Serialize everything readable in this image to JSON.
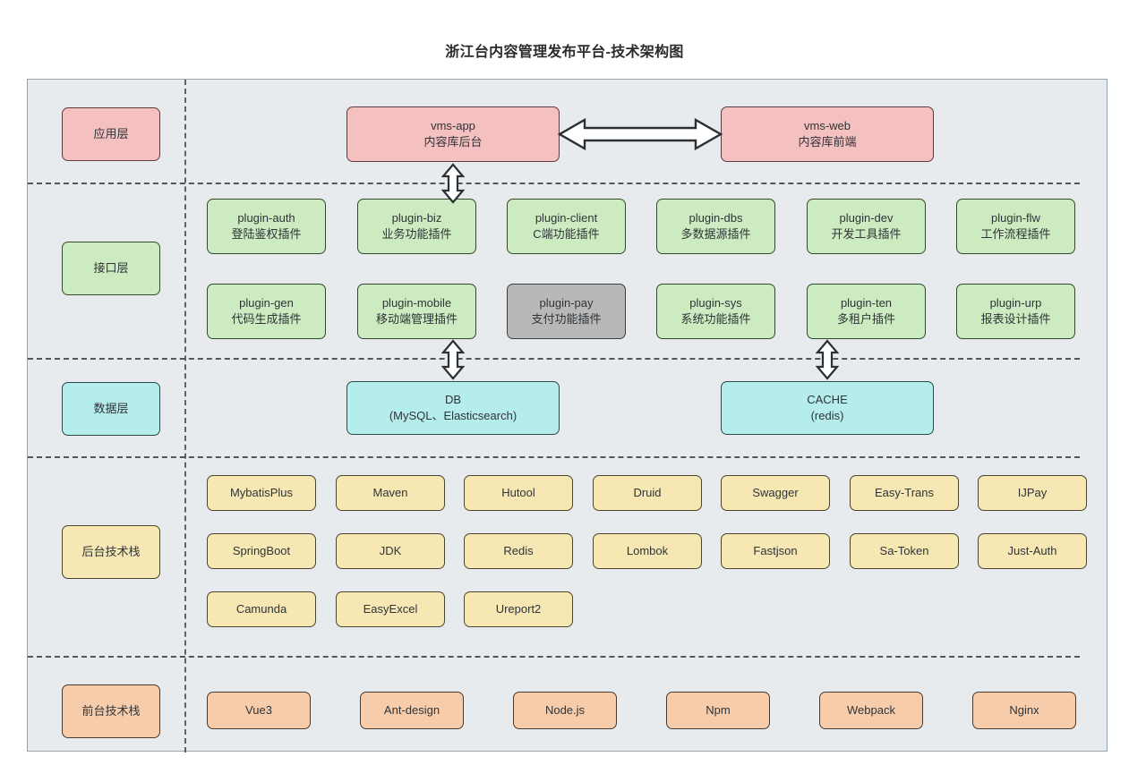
{
  "title": "浙江台内容管理发布平台-技术架构图",
  "colors": {
    "canvas": "#e7ebee",
    "app_layer": "#f5c0c0",
    "api_layer": "#ccebc1",
    "data_layer": "#b5ecec",
    "backend_stack": "#f6e7b3",
    "frontend_stack": "#f7ccab",
    "disabled": "#b8b8b8",
    "divider": "#4f565c"
  },
  "layers": [
    {
      "key": "app",
      "label": "应用层"
    },
    {
      "key": "api",
      "label": "接口层"
    },
    {
      "key": "data",
      "label": "数据层"
    },
    {
      "key": "backend",
      "label": "后台技术栈"
    },
    {
      "key": "frontend",
      "label": "前台技术栈"
    }
  ],
  "app_layer": {
    "nodes": [
      {
        "line1": "vms-app",
        "line2": "内容库后台"
      },
      {
        "line1": "vms-web",
        "line2": "内容库前端"
      }
    ],
    "connector": "double-headed-arrow"
  },
  "api_layer": {
    "row1": [
      {
        "line1": "plugin-auth",
        "line2": "登陆鉴权插件",
        "state": "active"
      },
      {
        "line1": "plugin-biz",
        "line2": "业务功能插件",
        "state": "active"
      },
      {
        "line1": "plugin-client",
        "line2": "C端功能插件",
        "state": "active"
      },
      {
        "line1": "plugin-dbs",
        "line2": "多数据源插件",
        "state": "active"
      },
      {
        "line1": "plugin-dev",
        "line2": "开发工具插件",
        "state": "active"
      },
      {
        "line1": "plugin-flw",
        "line2": "工作流程插件",
        "state": "active"
      }
    ],
    "row2": [
      {
        "line1": "plugin-gen",
        "line2": "代码生成插件",
        "state": "active"
      },
      {
        "line1": "plugin-mobile",
        "line2": "移动端管理插件",
        "state": "active"
      },
      {
        "line1": "plugin-pay",
        "line2": "支付功能插件",
        "state": "disabled"
      },
      {
        "line1": "plugin-sys",
        "line2": "系统功能插件",
        "state": "active"
      },
      {
        "line1": "plugin-ten",
        "line2": "多租户插件",
        "state": "active"
      },
      {
        "line1": "plugin-urp",
        "line2": "报表设计插件",
        "state": "active"
      }
    ]
  },
  "data_layer": {
    "nodes": [
      {
        "line1": "DB",
        "line2": "(MySQL、Elasticsearch)"
      },
      {
        "line1": "CACHE",
        "line2": "(redis)"
      }
    ]
  },
  "backend_stack": {
    "row1": [
      "MybatisPlus",
      "Maven",
      "Hutool",
      "Druid",
      "Swagger",
      "Easy-Trans",
      "IJPay"
    ],
    "row2": [
      "SpringBoot",
      "JDK",
      "Redis",
      "Lombok",
      "Fastjson",
      "Sa-Token",
      "Just-Auth"
    ],
    "row3": [
      "Camunda",
      "EasyExcel",
      "Ureport2"
    ]
  },
  "frontend_stack": {
    "row1": [
      "Vue3",
      "Ant-design",
      "Node.js",
      "Npm",
      "Webpack",
      "Nginx"
    ]
  }
}
